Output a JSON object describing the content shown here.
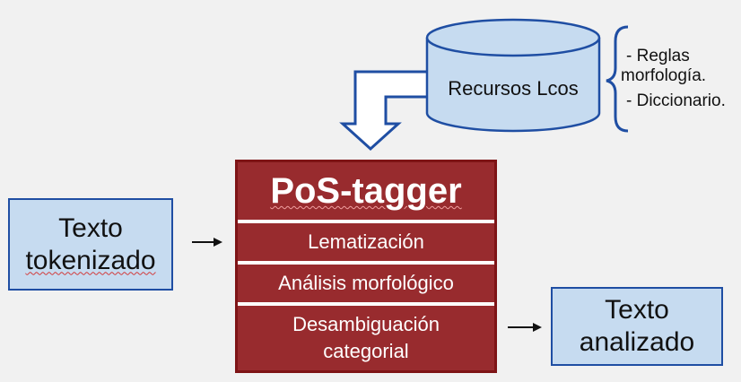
{
  "input_box": {
    "line1": "Texto",
    "line2": "tokenizado"
  },
  "output_box": {
    "line1": "Texto",
    "line2": "analizado"
  },
  "resources": {
    "label": "Recursos Lcos"
  },
  "resource_items": [
    "- Reglas",
    "morfología.",
    "- Diccionario."
  ],
  "tagger": {
    "title": "PoS-tagger",
    "steps": [
      {
        "line1": "Lematización",
        "line2": ""
      },
      {
        "line1": "Análisis morfológico",
        "line2": ""
      },
      {
        "line1": "Desambiguación",
        "line2": "categorial"
      }
    ]
  },
  "colors": {
    "box_fill": "#c6dbf0",
    "box_border": "#1f4ea3",
    "tagger_fill": "#982b2e",
    "tagger_border": "#7e1416",
    "cylinder_fill": "#c6dbf0"
  }
}
